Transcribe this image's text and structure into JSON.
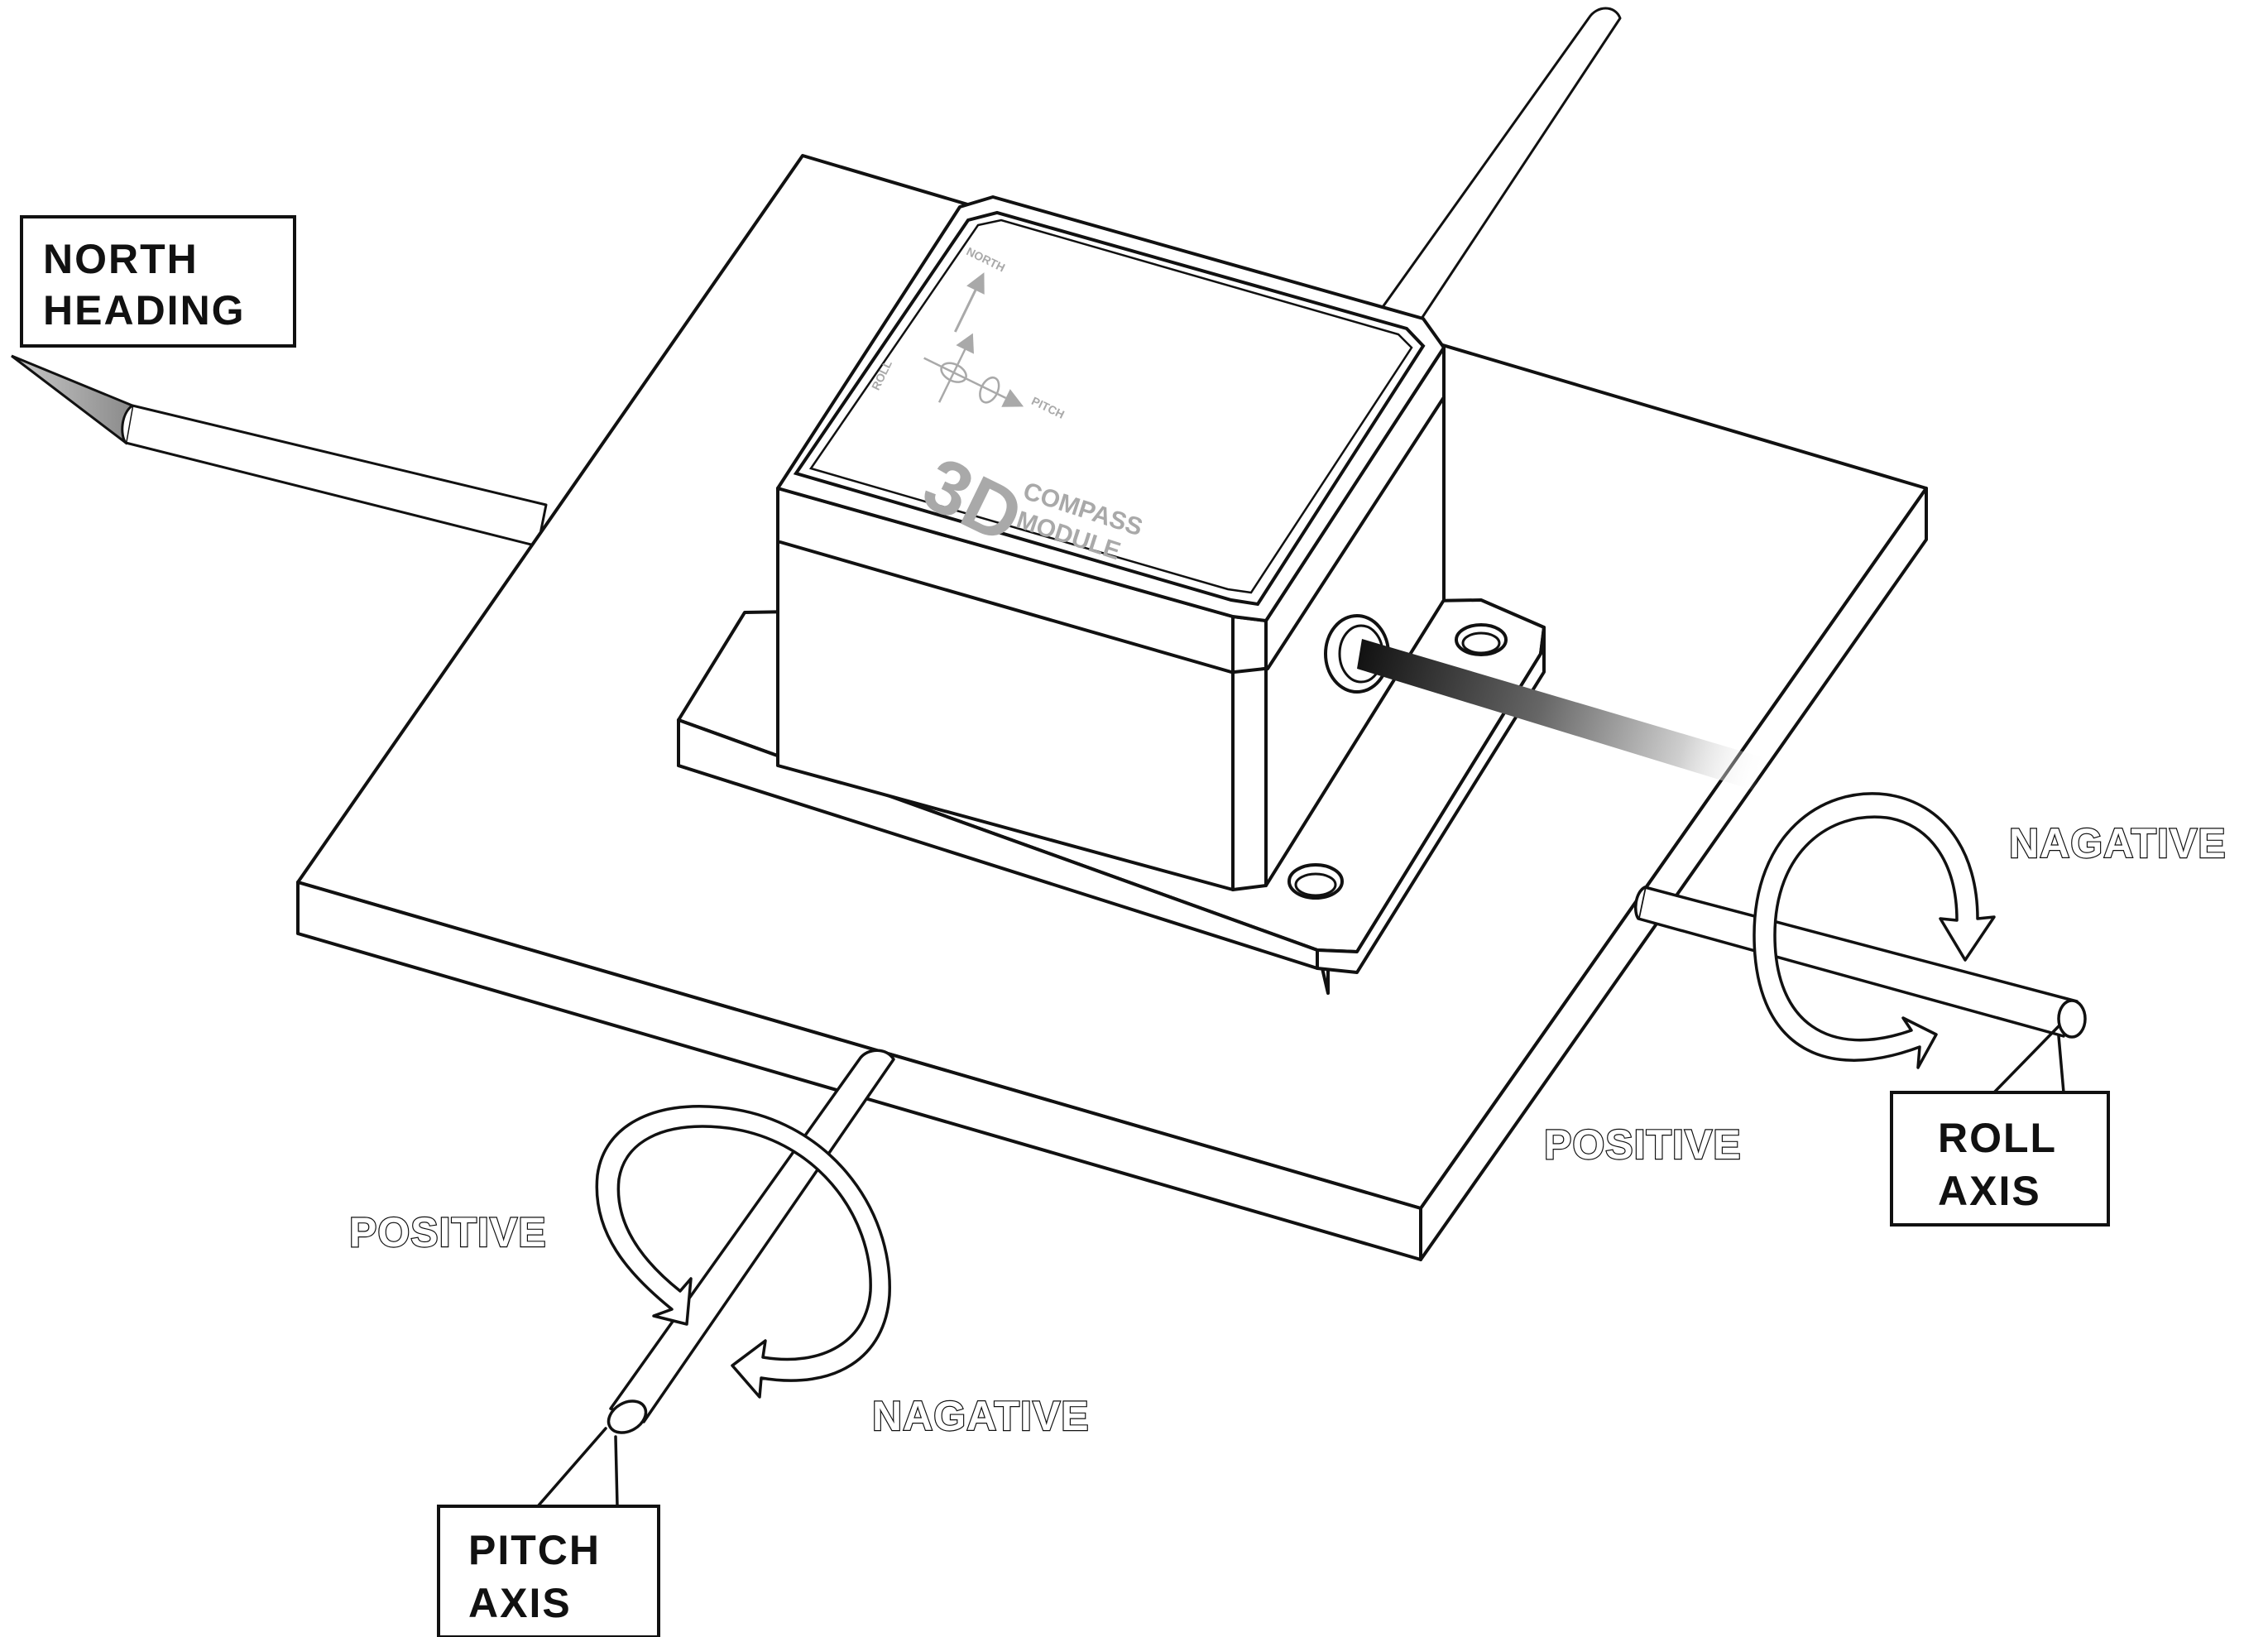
{
  "callouts": {
    "north_heading": [
      "NORTH",
      "HEADING"
    ],
    "roll_axis": [
      "ROLL",
      "AXIS"
    ],
    "pitch_axis": [
      "PITCH",
      "AXIS"
    ]
  },
  "rotation_labels": {
    "roll_negative": "NAGATIVE",
    "roll_positive": "POSITIVE",
    "pitch_positive": "POSITIVE",
    "pitch_negative": "NAGATIVE"
  },
  "module_lid": {
    "title": "3D",
    "subtitle_line1": "COMPASS",
    "subtitle_line2": "MODULE",
    "icon_north": "NORTH",
    "icon_pitch": "PITCH",
    "icon_roll": "ROLL"
  },
  "colors": {
    "ink": "#111111",
    "lid_print": "#a9a9a9",
    "needle_tip": "#9a9a9a"
  }
}
